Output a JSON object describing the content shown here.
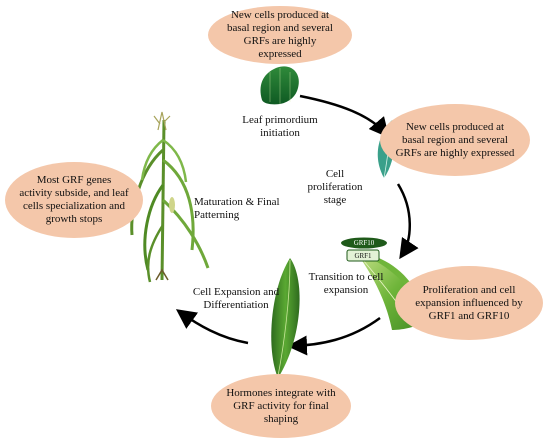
{
  "bubbles": {
    "top": "New cells produced at basal region and several GRFs are highly expressed",
    "right_upper": "New cells produced at basal region and several GRFs are highly expressed",
    "right_lower": "Proliferation and cell expansion influenced by GRF1 and GRF10",
    "bottom": "Hormones integrate with GRF activity for final shaping",
    "left": "Most GRF genes activity subside, and leaf cells specialization and growth stops"
  },
  "stages": {
    "initiation": "Leaf primordium initiation",
    "proliferation": "Cell proliferation stage",
    "transition": "Transition to cell expansion",
    "expansion": "Cell Expansion and Differentiation",
    "maturation": "Maturation & Final Patterning"
  },
  "proteins": {
    "grf10": "GRF10",
    "grf1": "GRF1"
  },
  "colors": {
    "bubble_fill": "#f4c7aa",
    "leaf_dark": "#2e7d32",
    "leaf_mid": "#5aa832",
    "leaf_light": "#a6d16a",
    "teal_leaf": "#3aa08a",
    "arrow": "#000000"
  }
}
